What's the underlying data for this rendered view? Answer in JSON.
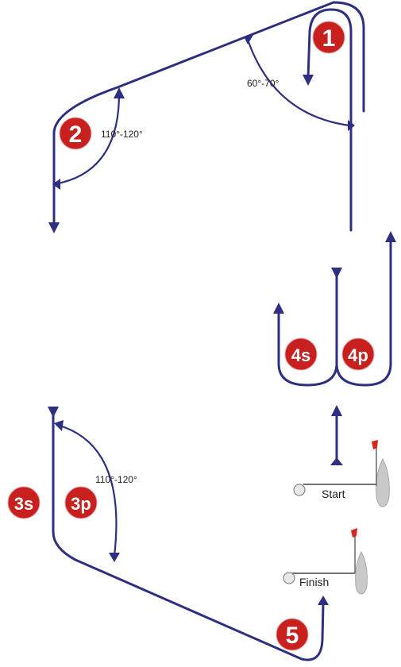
{
  "colors": {
    "route": "#2e2f80",
    "badge": "#c8201e",
    "flag": "#d42a1e",
    "boat": "#c9c9c9"
  },
  "badges": {
    "b1": "1",
    "b2": "2",
    "b3s": "3s",
    "b3p": "3p",
    "b4s": "4s",
    "b4p": "4p",
    "b5": "5"
  },
  "angles": {
    "top_right": "60°-70°",
    "top_left": "110°-120°",
    "bottom_left": "110°-120°"
  },
  "lines": {
    "start": "Start",
    "finish": "Finish"
  }
}
